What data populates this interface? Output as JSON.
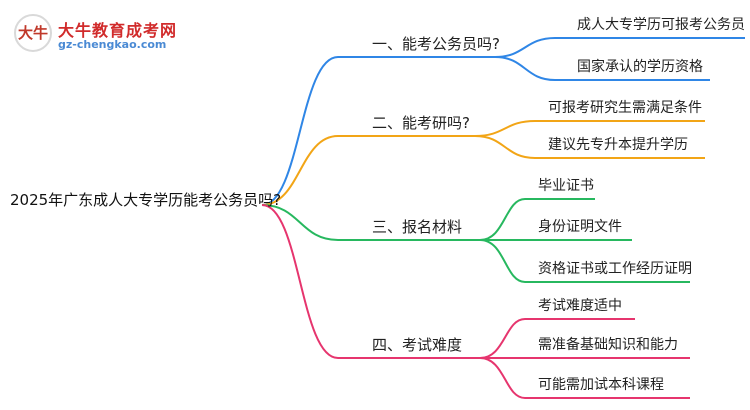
{
  "logo": {
    "badge": "大牛",
    "title": "大牛教育成考网",
    "url": "gz-chengkao.com"
  },
  "root": "2025年广东成人大专学历能考公务员吗?",
  "branches": [
    {
      "label": "一、能考公务员吗?",
      "color": "#2f86e6",
      "leaves": [
        "成人大专学历可报考公务员",
        "国家承认的学历资格"
      ]
    },
    {
      "label": "二、能考研吗?",
      "color": "#f2a516",
      "leaves": [
        "可报考研究生需满足条件",
        "建议先专升本提升学历"
      ]
    },
    {
      "label": "三、报名材料",
      "color": "#27b85f",
      "leaves": [
        "毕业证书",
        "身份证明文件",
        "资格证书或工作经历证明"
      ]
    },
    {
      "label": "四、考试难度",
      "color": "#e6356e",
      "leaves": [
        "考试难度适中",
        "需准备基础知识和能力",
        "可能需加试本科课程"
      ]
    }
  ]
}
